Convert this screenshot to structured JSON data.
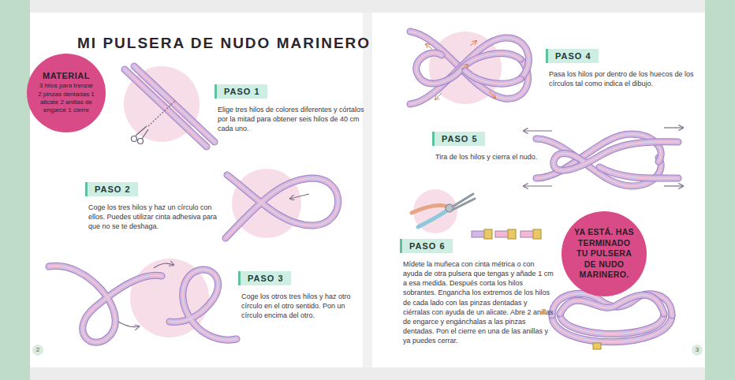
{
  "diagram": {
    "title": "MI PULSERA DE NUDO MARINERO",
    "nodes": [
      {
        "text": [
          "MATERIAL",
          "3 hilos para trenzar 2 pinzas dentadas 1 alicate 2 anillas de engarce 1 cierre"
        ]
      },
      {
        "text": [
          "PASO 1",
          "Elige tres hilos de colores diferentes y córtalos por la mitad para obtener seis hilos de 40 cm cada uno."
        ]
      },
      {
        "text": [
          "PASO 2",
          "Coge los tres hilos y haz un círculo con ellos. Puedes utilizar cinta adhesiva para que no se te deshaga."
        ]
      },
      {
        "text": [
          "PASO 3",
          "Coge los otros tres hilos y haz otro círculo en el otro sentido. Pon un círculo encima del otro."
        ]
      },
      {
        "text": [
          "PASO 4",
          "Pasa los hilos por dentro de los huecos de los círculos tal como indica el dibujo."
        ]
      },
      {
        "text": [
          "PASO 5",
          "Tira de los hilos y cierra el nudo."
        ]
      },
      {
        "text": [
          "PASO 6",
          "Mídete la muñeca con cinta métrica o con ayuda de otra pulsera que tengas y añade 1 cm a esa medida. Después corta los hilos sobrantes. Engancha los extremos de los hilos de cada lado con las pinzas dentadas y ciérralas con ayuda de un alicate. Abre 2 anillas de engarce y engánchalas a las pinzas dentadas. Pon el cierre en una de las anillas y ya puedes cerrar."
        ]
      },
      {
        "text": [
          "YA ESTÁ. HAS TERMINADO TU PULSERA DE NUDO MARINERO."
        ]
      }
    ],
    "labels": [
      "2",
      "3"
    ]
  }
}
